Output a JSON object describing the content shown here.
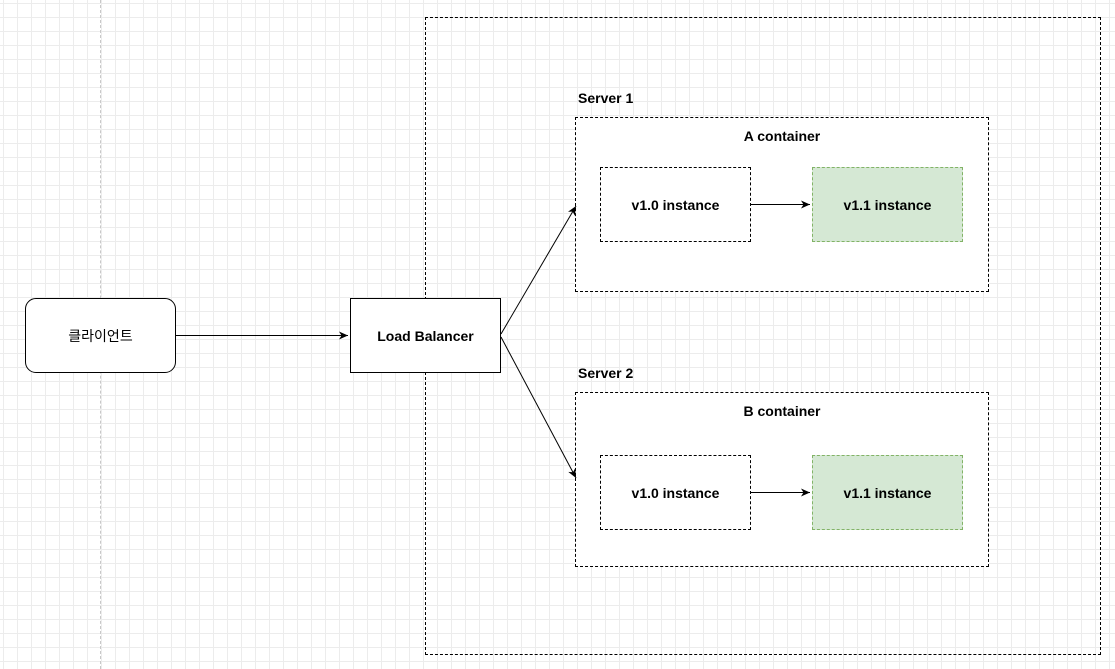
{
  "diagram": {
    "client": {
      "label": "클라이언트"
    },
    "load_balancer": {
      "label": "Load Balancer"
    },
    "server1": {
      "label": "Server 1",
      "container": {
        "label": "A container"
      },
      "old_instance": {
        "label": "v1.0 instance"
      },
      "new_instance": {
        "label": "v1.1 instance"
      }
    },
    "server2": {
      "label": "Server 2",
      "container": {
        "label": "B container"
      },
      "old_instance": {
        "label": "v1.0 instance"
      },
      "new_instance": {
        "label": "v1.1 instance"
      }
    },
    "colors": {
      "new_instance_fill": "#d5e8d4",
      "new_instance_border": "#82b366"
    }
  }
}
